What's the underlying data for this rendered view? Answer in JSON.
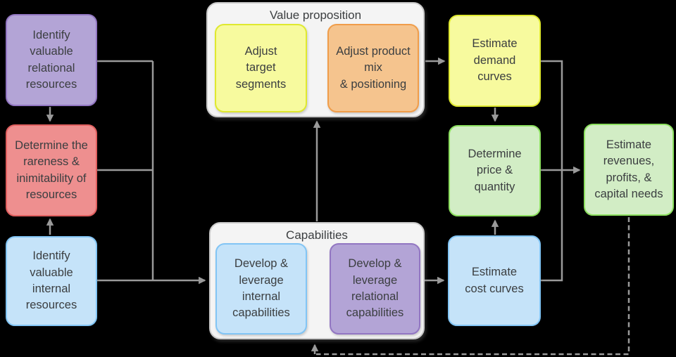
{
  "diagram": {
    "background": "#000000",
    "connector_color": "#9a9a9a",
    "text_color": "#3b3e40",
    "containers": {
      "value_proposition": {
        "title": "Value proposition",
        "fill": "#f4f4f4",
        "border": "#c9c9c9"
      },
      "capabilities": {
        "title": "Capabilities",
        "fill": "#f4f4f4",
        "border": "#c9c9c9"
      }
    },
    "nodes": {
      "identify_relational": {
        "label": "Identify\nvaluable\nrelational\nresources",
        "fill": "#b3a4d6",
        "border": "#9276c2"
      },
      "determine_rareness": {
        "label": "Determine the\nrareness &\ninimitability of\nresources",
        "fill": "#ee8f8f",
        "border": "#e05f5f"
      },
      "identify_internal": {
        "label": "Identify\nvaluable\ninternal\nresources",
        "fill": "#c5e3f9",
        "border": "#82c5f5"
      },
      "adjust_segments": {
        "label": "Adjust\ntarget\nsegments",
        "fill": "#f7fa9e",
        "border": "#dfe92f"
      },
      "adjust_product": {
        "label": "Adjust product\nmix\n& positioning",
        "fill": "#f5c48e",
        "border": "#f09d4a"
      },
      "develop_internal": {
        "label": "Develop &\nleverage\ninternal\ncapabilities",
        "fill": "#c5e3f9",
        "border": "#82c5f5"
      },
      "develop_relational": {
        "label": "Develop &\nleverage\nrelational\ncapabilities",
        "fill": "#b3a4d6",
        "border": "#9276c2"
      },
      "estimate_demand": {
        "label": "Estimate\ndemand\ncurves",
        "fill": "#f7fa9e",
        "border": "#dfe92f"
      },
      "determine_price": {
        "label": "Determine\nprice &\nquantity",
        "fill": "#d2edc5",
        "border": "#8ce05f"
      },
      "estimate_cost": {
        "label": "Estimate\ncost curves",
        "fill": "#c5e3f9",
        "border": "#82c5f5"
      },
      "estimate_revenues": {
        "label": "Estimate\nrevenues,\nprofits, &\ncapital needs",
        "fill": "#d2edc5",
        "border": "#8ce05f"
      }
    }
  }
}
